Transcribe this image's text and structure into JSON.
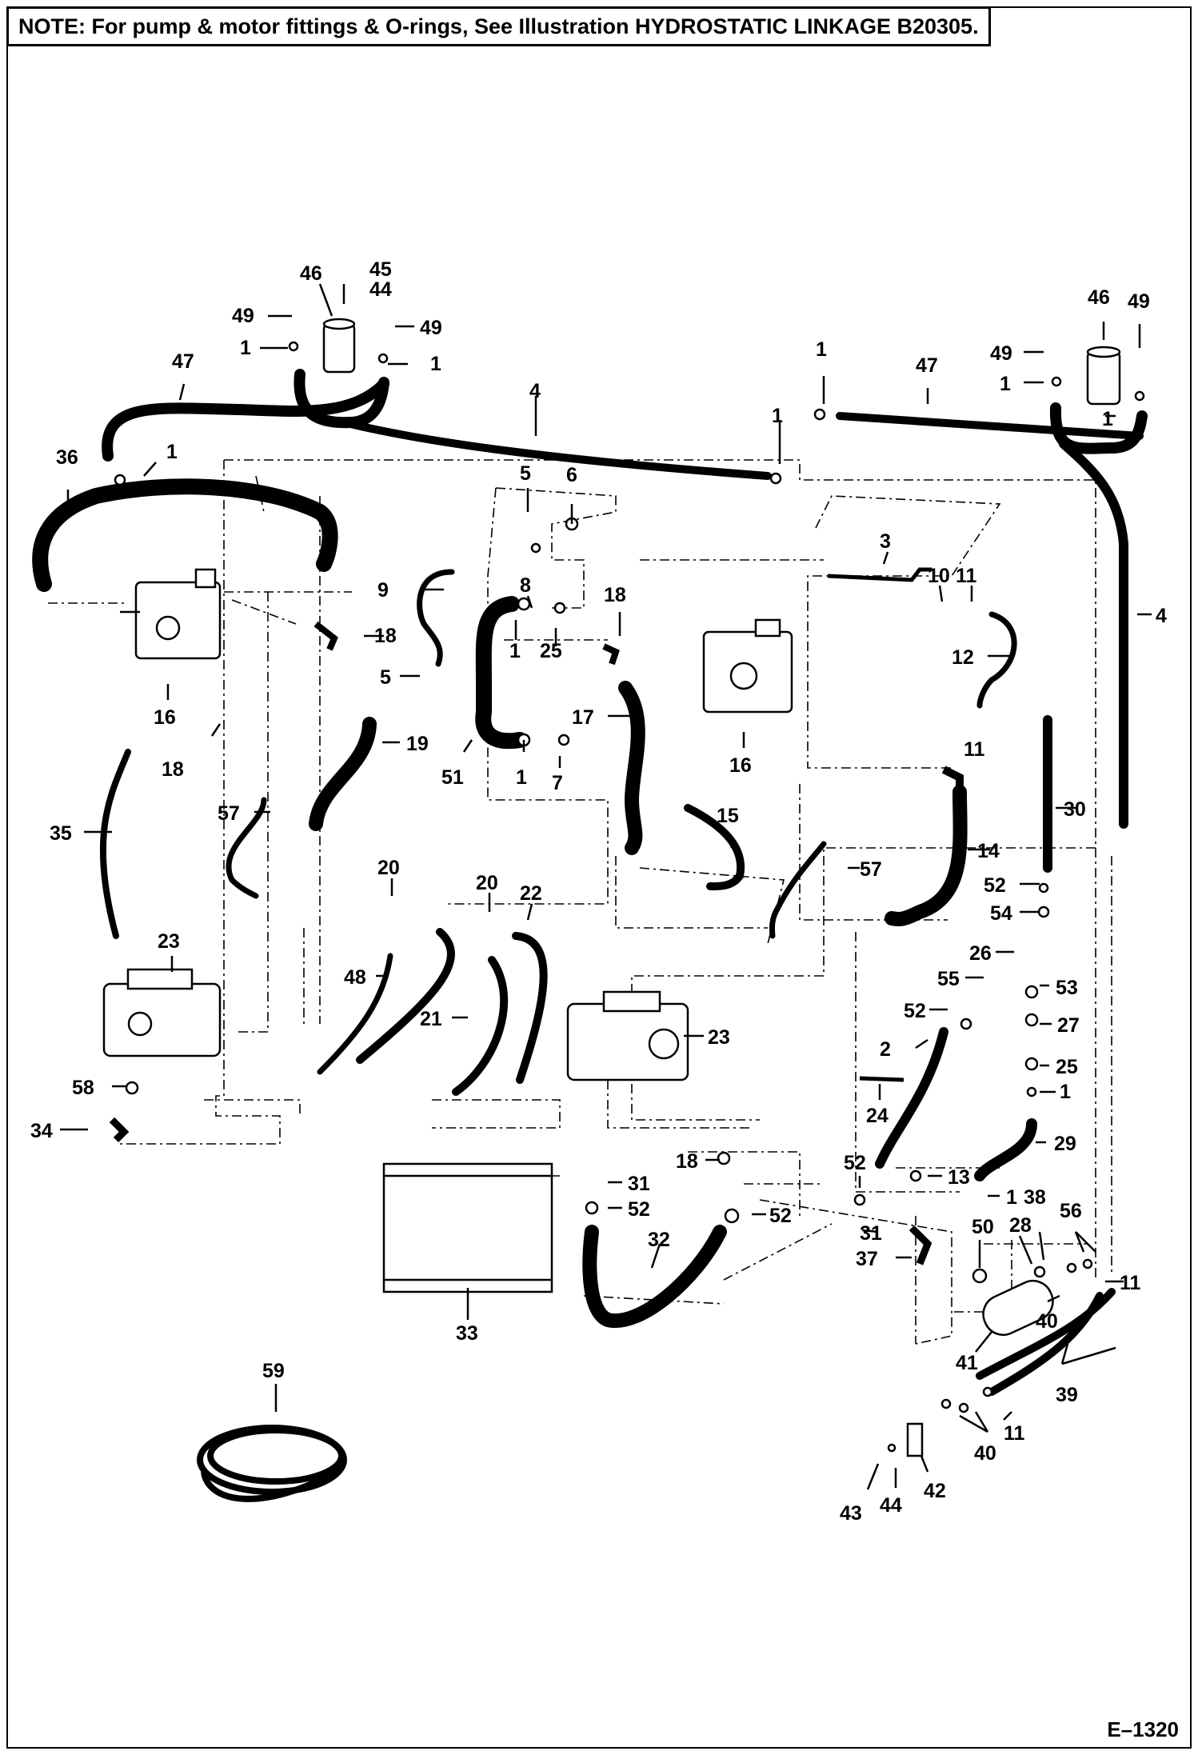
{
  "note": "NOTE: For pump & motor fittings & O-rings, See Illustration HYDROSTATIC LINKAGE B20305.",
  "figure_number": "E–1320",
  "labels": [
    {
      "id": "l45",
      "text": "45"
    },
    {
      "id": "l44a",
      "text": "44"
    },
    {
      "id": "l46a",
      "text": "46"
    },
    {
      "id": "l49a",
      "text": "49"
    },
    {
      "id": "l49b",
      "text": "49"
    },
    {
      "id": "l1a",
      "text": "1"
    },
    {
      "id": "l1b",
      "text": "1"
    },
    {
      "id": "l47a",
      "text": "47"
    },
    {
      "id": "l4a",
      "text": "4"
    },
    {
      "id": "l36",
      "text": "36"
    },
    {
      "id": "l1c",
      "text": "1"
    },
    {
      "id": "l1d",
      "text": "1"
    },
    {
      "id": "l47b",
      "text": "47"
    },
    {
      "id": "l1e",
      "text": "1"
    },
    {
      "id": "l46b",
      "text": "46"
    },
    {
      "id": "l49c",
      "text": "49"
    },
    {
      "id": "l49d",
      "text": "49"
    },
    {
      "id": "l1f",
      "text": "1"
    },
    {
      "id": "l1g",
      "text": "1"
    },
    {
      "id": "l5a",
      "text": "5"
    },
    {
      "id": "l6",
      "text": "6"
    },
    {
      "id": "l8",
      "text": "8"
    },
    {
      "id": "l9",
      "text": "9"
    },
    {
      "id": "l1h",
      "text": "1"
    },
    {
      "id": "l25a",
      "text": "25"
    },
    {
      "id": "l5b",
      "text": "5"
    },
    {
      "id": "l18a",
      "text": "18"
    },
    {
      "id": "l18b",
      "text": "18"
    },
    {
      "id": "l3",
      "text": "3"
    },
    {
      "id": "l10",
      "text": "10"
    },
    {
      "id": "l11a",
      "text": "11"
    },
    {
      "id": "l4b",
      "text": "4"
    },
    {
      "id": "l12",
      "text": "12"
    },
    {
      "id": "l16a",
      "text": "16"
    },
    {
      "id": "l18c",
      "text": "18"
    },
    {
      "id": "l17",
      "text": "17"
    },
    {
      "id": "l16b",
      "text": "16"
    },
    {
      "id": "l11b",
      "text": "11"
    },
    {
      "id": "l19",
      "text": "19"
    },
    {
      "id": "l51",
      "text": "51"
    },
    {
      "id": "l1i",
      "text": "1"
    },
    {
      "id": "l7",
      "text": "7"
    },
    {
      "id": "l57a",
      "text": "57"
    },
    {
      "id": "l35",
      "text": "35"
    },
    {
      "id": "l15",
      "text": "15"
    },
    {
      "id": "l30",
      "text": "30"
    },
    {
      "id": "l14",
      "text": "14"
    },
    {
      "id": "l57b",
      "text": "57"
    },
    {
      "id": "l20a",
      "text": "20"
    },
    {
      "id": "l20b",
      "text": "20"
    },
    {
      "id": "l22",
      "text": "22"
    },
    {
      "id": "l52a",
      "text": "52"
    },
    {
      "id": "l54",
      "text": "54"
    },
    {
      "id": "l23a",
      "text": "23"
    },
    {
      "id": "l48",
      "text": "48"
    },
    {
      "id": "l21",
      "text": "21"
    },
    {
      "id": "l26",
      "text": "26"
    },
    {
      "id": "l55",
      "text": "55"
    },
    {
      "id": "l53",
      "text": "53"
    },
    {
      "id": "l52b",
      "text": "52"
    },
    {
      "id": "l27",
      "text": "27"
    },
    {
      "id": "l23b",
      "text": "23"
    },
    {
      "id": "l2",
      "text": "2"
    },
    {
      "id": "l25b",
      "text": "25"
    },
    {
      "id": "l1j",
      "text": "1"
    },
    {
      "id": "l58",
      "text": "58"
    },
    {
      "id": "l24",
      "text": "24"
    },
    {
      "id": "l34",
      "text": "34"
    },
    {
      "id": "l29",
      "text": "29"
    },
    {
      "id": "l18d",
      "text": "18"
    },
    {
      "id": "l52c",
      "text": "52"
    },
    {
      "id": "l13",
      "text": "13"
    },
    {
      "id": "l1k",
      "text": "1"
    },
    {
      "id": "l31a",
      "text": "31"
    },
    {
      "id": "l52d",
      "text": "52"
    },
    {
      "id": "l38",
      "text": "38"
    },
    {
      "id": "l56",
      "text": "56"
    },
    {
      "id": "l52e",
      "text": "52"
    },
    {
      "id": "l31b",
      "text": "31"
    },
    {
      "id": "l50",
      "text": "50"
    },
    {
      "id": "l28",
      "text": "28"
    },
    {
      "id": "l32",
      "text": "32"
    },
    {
      "id": "l37",
      "text": "37"
    },
    {
      "id": "l11c",
      "text": "11"
    },
    {
      "id": "l40a",
      "text": "40"
    },
    {
      "id": "l33",
      "text": "33"
    },
    {
      "id": "l41",
      "text": "41"
    },
    {
      "id": "l39",
      "text": "39"
    },
    {
      "id": "l59",
      "text": "59"
    },
    {
      "id": "l11d",
      "text": "11"
    },
    {
      "id": "l40b",
      "text": "40"
    },
    {
      "id": "l42",
      "text": "42"
    },
    {
      "id": "l43",
      "text": "43"
    },
    {
      "id": "l44b",
      "text": "44"
    }
  ]
}
